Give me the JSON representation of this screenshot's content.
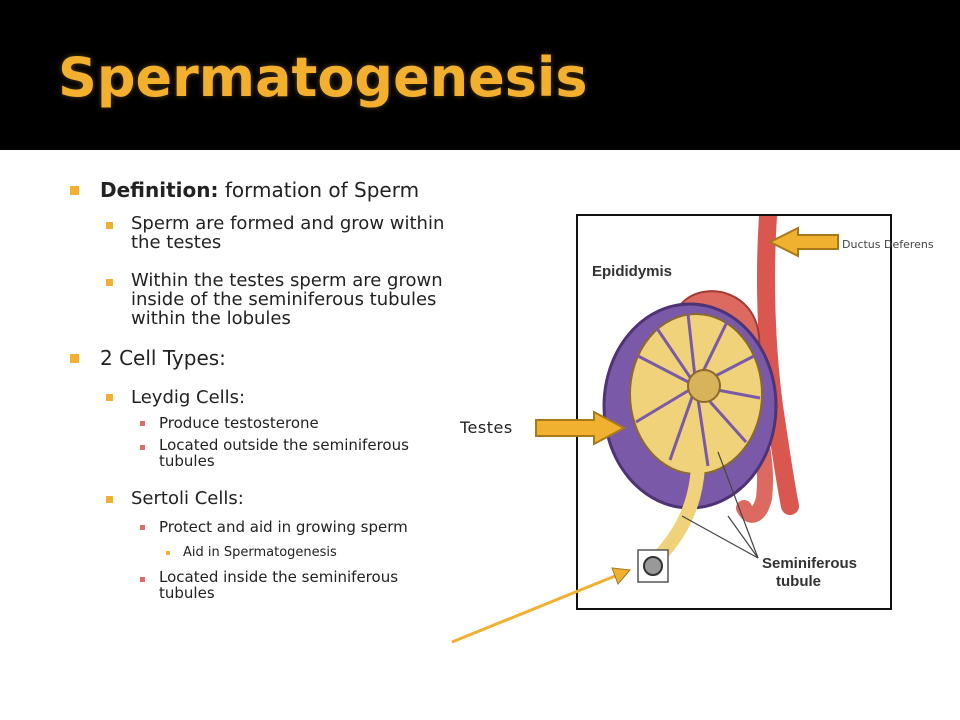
{
  "slide": {
    "title": "Spermatogenesis",
    "definition_label": "Definition:",
    "definition_text": " formation of Sperm",
    "sub1_line1": "Sperm are formed and grow within",
    "sub1_line2": "the testes",
    "sub2_line1": "Within the testes sperm are grown",
    "sub2_line2": "inside of the seminiferous tubules",
    "sub2_line3": "within the lobules",
    "cell_types": "2 Cell Types:",
    "leydig": "Leydig Cells:",
    "leydig_1": "Produce testosterone",
    "leydig_2_line1": "Located outside the seminiferous",
    "leydig_2_line2": "tubules",
    "sertoli": "Sertoli Cells:",
    "sertoli_1": "Protect and aid in growing sperm",
    "sertoli_1a": "Aid in Spermatogenesis",
    "sertoli_2_line1": "Located inside the seminiferous",
    "sertoli_2_line2": "tubules"
  },
  "figure": {
    "epididymis": "Epididymis",
    "seminiferous_line1": "Seminiferous",
    "seminiferous_line2": "tubule",
    "ductus": "Ductus Deferens",
    "testes": "Testes"
  },
  "colors": {
    "accent": "#f2b02e",
    "arrow_fill": "#f0b030",
    "arrow_stroke": "#a8791a",
    "testis_purple": "#7a5aa8",
    "tubule_yellow": "#efd27a",
    "epididymis_red": "#d9574f"
  }
}
